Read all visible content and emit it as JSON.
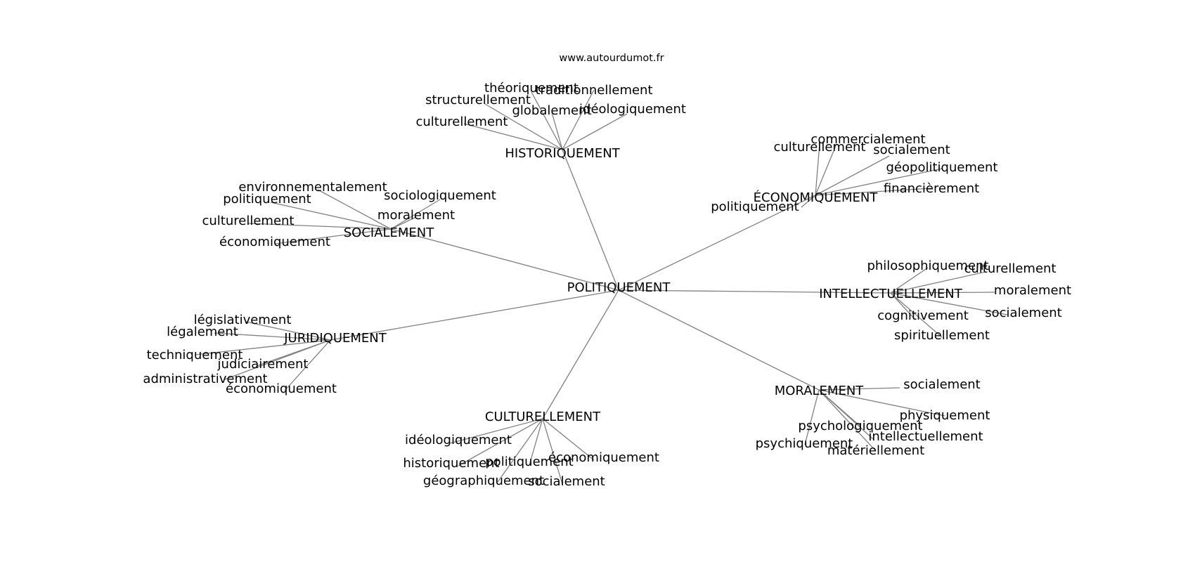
{
  "watermark": "www.autourdumot.fr",
  "root": "POLITIQUEMENT",
  "clusters": [
    {
      "hub": "HISTORIQUEMENT",
      "words": [
        "théoriquement",
        "traditionnellement",
        "structurellement",
        "globalement",
        "idéologiquement",
        "culturellement"
      ]
    },
    {
      "hub": "ÉCONOMIQUEMENT",
      "words": [
        "commercialement",
        "culturellement",
        "socialement",
        "géopolitiquement",
        "financièrement",
        "politiquement"
      ]
    },
    {
      "hub": "SOCIALEMENT",
      "words": [
        "environnementalement",
        "politiquement",
        "sociologiquement",
        "moralement",
        "culturellement",
        "économiquement"
      ]
    },
    {
      "hub": "INTELLECTUELLEMENT",
      "words": [
        "philosophiquement",
        "culturellement",
        "moralement",
        "socialement",
        "cognitivement",
        "spirituellement"
      ]
    },
    {
      "hub": "JURIDIQUEMENT",
      "words": [
        "législativement",
        "légalement",
        "techniquement",
        "judiciairement",
        "administrativement",
        "économiquement"
      ]
    },
    {
      "hub": "MORALEMENT",
      "words": [
        "socialement",
        "physiquement",
        "psychologiquement",
        "intellectuellement",
        "psychiquement",
        "matériellement"
      ]
    },
    {
      "hub": "CULTURELLEMENT",
      "words": [
        "idéologiquement",
        "économiquement",
        "historiquement",
        "politiquement",
        "géographiquement",
        "socialement"
      ]
    }
  ]
}
